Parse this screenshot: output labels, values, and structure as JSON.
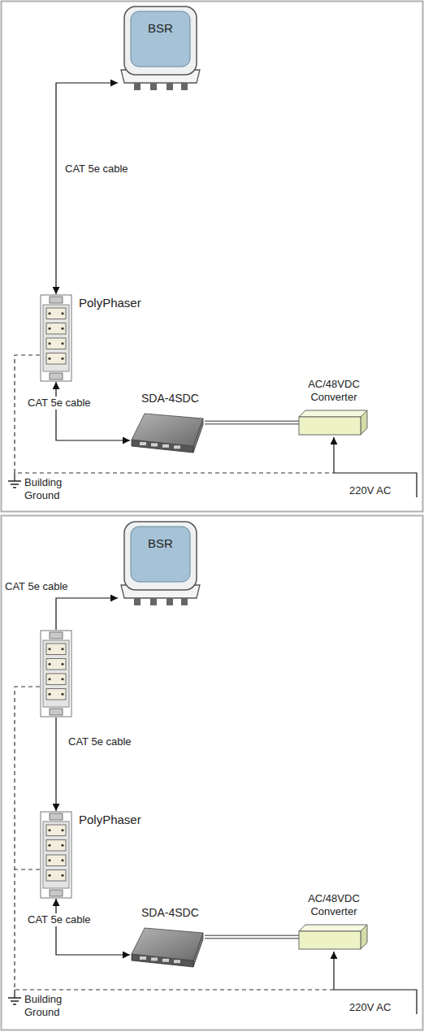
{
  "diagram": {
    "nodes": [
      {
        "text": [
          "BSR"
        ]
      },
      {
        "text": [
          "PolyPhaser"
        ]
      },
      {
        "text": [
          "SDA-4SDC"
        ]
      },
      {
        "text": [
          "AC/48VDC Converter"
        ]
      },
      {
        "text": [
          "BSR"
        ]
      },
      {
        "text": [
          "PolyPhaser"
        ]
      },
      {
        "text": [
          "SDA-4SDC"
        ]
      },
      {
        "text": [
          "AC/48VDC Converter"
        ]
      }
    ],
    "edges": [
      {
        "from": 0,
        "to": 1,
        "arrow": "both",
        "label": "CAT 5e cable"
      },
      {
        "from": 1,
        "to": 2,
        "arrow": "both",
        "label": "CAT 5e cable"
      },
      {
        "from": 2,
        "to": 3,
        "arrow": "none"
      },
      {
        "from": 5,
        "to": 6,
        "arrow": "both",
        "label": "CAT 5e cable"
      },
      {
        "from": 6,
        "to": 7,
        "arrow": "none"
      }
    ],
    "labels": [
      "Building Ground",
      "220V AC",
      "CAT 5e cable",
      "CAT 5e cable",
      "Building Ground",
      "220V AC"
    ]
  }
}
